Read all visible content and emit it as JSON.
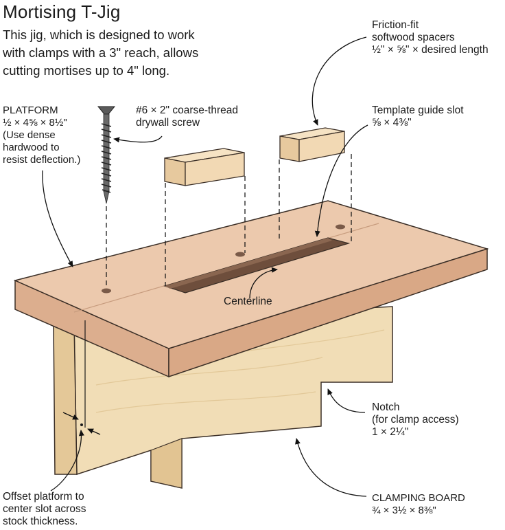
{
  "title": "Mortising T-Jig",
  "subtitle": [
    "This jig, which is designed to work",
    "with clamps with a 3\" reach, allows",
    "cutting mortises up to 4\" long."
  ],
  "callouts": {
    "platform": {
      "name": "PLATFORM",
      "dims": "½ × 4⅝ × 8½\"",
      "note": [
        "(Use dense",
        "hardwood to",
        "resist deflection.)"
      ]
    },
    "screw": [
      "#6 × 2\" coarse-thread",
      "drywall screw"
    ],
    "spacers": [
      "Friction-fit",
      "softwood spacers",
      "½\" × ⅝\" × desired length"
    ],
    "slot": [
      "Template guide slot",
      "⅝ × 4⅜\""
    ],
    "centerline": "Centerline",
    "notch": [
      "Notch",
      "(for clamp access)",
      "1 × 2¼\""
    ],
    "clamping_board": {
      "name": "CLAMPING BOARD",
      "dims": "¾ × 3½ × 8⅜\""
    },
    "offset": [
      "Offset platform to",
      "center slot across",
      "stock thickness."
    ]
  },
  "colors": {
    "wood_top": "#ecc9ad",
    "wood_edge": "#dcae8e",
    "board_face": "#f1ddb6",
    "board_side": "#e4c898",
    "spacer": "#f2d9b4",
    "outline": "#3a2e26"
  }
}
